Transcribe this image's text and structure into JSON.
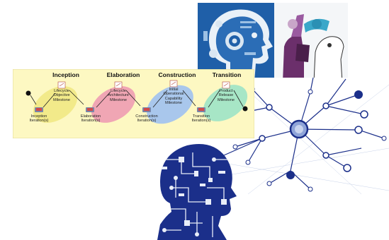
{
  "diagram": {
    "phases": [
      {
        "title": "Inception",
        "milestone": "Lifecycle\nObjective\nMilestone",
        "iteration": "Inception\nIteration(s)",
        "color": "#f2ea8a"
      },
      {
        "title": "Elaboration",
        "milestone": "Lifecycle\nArchitecture\nMilestone",
        "iteration": "Elaboration\nIteration(s)",
        "color": "#f0a6b4"
      },
      {
        "title": "Construction",
        "milestone": "Initial\nOperational\nCapability\nMilestone",
        "iteration": "Construction\nIteration(s)",
        "color": "#a9c7ec"
      },
      {
        "title": "Transition",
        "milestone": "Product\nRelease\nMilestone",
        "iteration": "Transition\nIteration(s)",
        "color": "#a7e6c6"
      }
    ],
    "background_color": "#fdf8c2"
  },
  "images": {
    "robot_heads": {
      "icon": "robot-heads-illustration",
      "accent": "#1f5fa8"
    },
    "network": {
      "icon": "network-graph-illustration",
      "accent": "#1b2f8a"
    },
    "circuit_head": {
      "icon": "circuit-head-silhouette",
      "accent": "#1b2f8a"
    }
  }
}
